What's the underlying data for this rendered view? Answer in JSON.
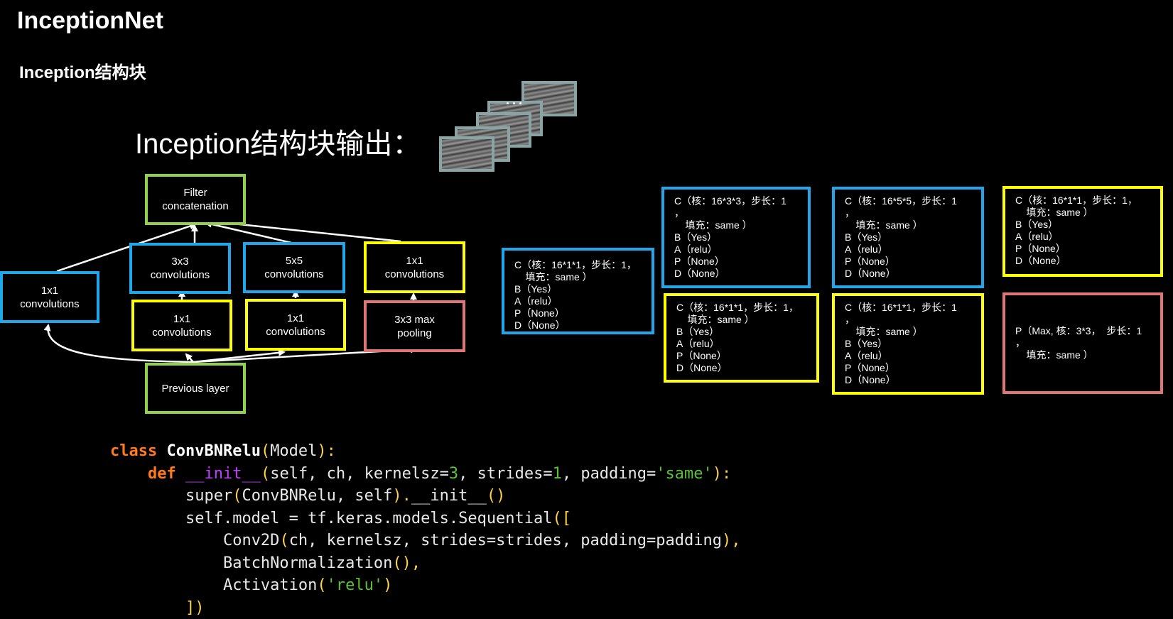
{
  "header": {
    "title": "InceptionNet",
    "subtitle": "Inception结构块",
    "output_label": "Inception结构块输出："
  },
  "diagram": {
    "filter_concat": "Filter\nconcatenation",
    "conv1x1_left": "1x1\nconvolutions",
    "conv3x3": "3x3\nconvolutions",
    "conv5x5": "5x5\nconvolutions",
    "conv1x1_top_right": "1x1\nconvolutions",
    "conv1x1_under_3x3": "1x1\nconvolutions",
    "conv1x1_under_5x5": "1x1\nconvolutions",
    "maxpool": "3x3 max\npooling",
    "previous_layer": "Previous layer",
    "feature_map_dots": "···"
  },
  "params": {
    "box1": [
      "C（核：16*1*1，步长：1，",
      "    填充：same ）",
      "B（Yes）",
      "A（relu）",
      "P（None）",
      "D（None）"
    ],
    "box2": [
      "C（核：16*3*3，步长：1",
      "，",
      "    填充：same ）",
      "B（Yes）",
      "A（relu）",
      "P（None）",
      "D（None）"
    ],
    "box3": [
      "C（核：16*1*1，步长：1，",
      "    填充：same ）",
      "B（Yes）",
      "A（relu）",
      "P（None）",
      "D（None）"
    ],
    "box4": [
      "C（核：16*5*5，步长：1",
      "，",
      "    填充：same ）",
      "B（Yes）",
      "A（relu）",
      "P（None）",
      "D（None）"
    ],
    "box5": [
      "C（核：16*1*1，步长：1",
      "，",
      "    填充：same ）",
      "B（Yes）",
      "A（relu）",
      "P（None）",
      "D（None）"
    ],
    "box6": [
      "C（核：16*1*1，步长：1，",
      "    填充：same ）",
      "B（Yes）",
      "A（relu）",
      "P（None）",
      "D（None）"
    ],
    "box7": [
      "P（Max, 核：3*3，  步长：1",
      "，",
      "    填充：same ）"
    ]
  },
  "code": {
    "l1": {
      "kw": "class",
      "name": "ConvBNRelu",
      "p1": "(",
      "arg": "Model",
      "p2": "):"
    },
    "l2": {
      "kw": "def",
      "fn": "__init__",
      "p1": "(",
      "a1": "self, ch, kernelsz=",
      "n1": "3",
      "a2": ", strides=",
      "n2": "1",
      "a3": ", padding=",
      "s1": "'same'",
      "p2": "):"
    },
    "l3": {
      "a1": "super",
      "p1": "(",
      "a2": "ConvBNRelu, self",
      "p2": ").",
      "a3": "__init__",
      "p3": "()"
    },
    "l4": {
      "a1": "self.model = tf.keras.models.Sequential",
      "p1": "(["
    },
    "l5": {
      "a1": "Conv2D",
      "p1": "(",
      "a2": "ch, kernelsz, strides=strides, padding=padding",
      "p2": "),"
    },
    "l6": {
      "a1": "BatchNormalization",
      "p1": "(),"
    },
    "l7": {
      "a1": "Activation",
      "p1": "(",
      "s1": "'relu'",
      "p2": ")"
    },
    "l8": {
      "p1": "])"
    }
  },
  "colors": {
    "blue": "#1ea7ea",
    "yellow": "#ffff00",
    "green": "#92d050",
    "red": "#e07575",
    "keyword": "#ff7a1a",
    "string": "#5cc334",
    "function": "#c43cff"
  }
}
